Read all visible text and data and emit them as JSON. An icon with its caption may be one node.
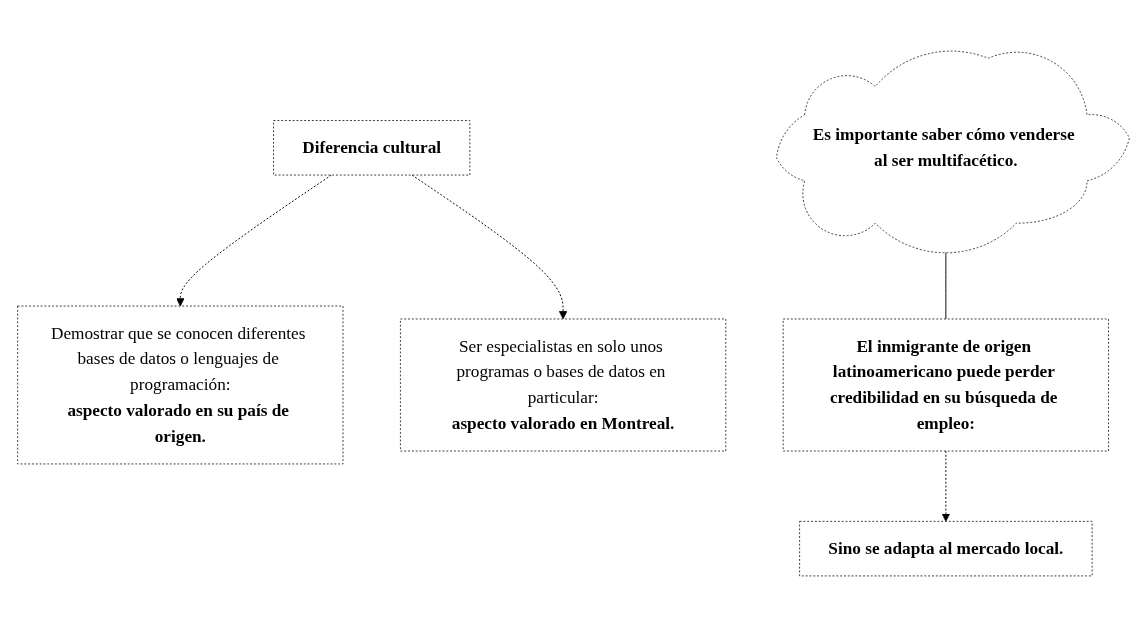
{
  "diagram": {
    "nodes": [
      {
        "text": [
          "Diferencia cultural"
        ]
      },
      {
        "text": [
          "Demostrar que se conocen diferentes bases de datos o lenguajes de programación:",
          "aspecto valorado en su país de origen."
        ]
      },
      {
        "text": [
          "Ser especialistas en solo unos programas o bases de datos en particular:",
          "aspecto valorado en Montreal."
        ]
      },
      {
        "text": [
          "El inmigrante de origen latinoamericano puede perder credibilidad en su búsqueda de empleo:"
        ]
      },
      {
        "text": [
          "Sino se adapta al mercado local."
        ]
      },
      {
        "text": [
          "Es importante saber cómo venderse al ser multifacético."
        ]
      }
    ],
    "edges": [
      {
        "from": 0,
        "to": 1,
        "arrow": "to",
        "style": "dashed"
      },
      {
        "from": 0,
        "to": 2,
        "arrow": "to",
        "style": "dashed"
      },
      {
        "from": 3,
        "to": 4,
        "arrow": "to",
        "style": "dashed"
      },
      {
        "from": 5,
        "to": 3,
        "arrow": "none"
      }
    ]
  }
}
